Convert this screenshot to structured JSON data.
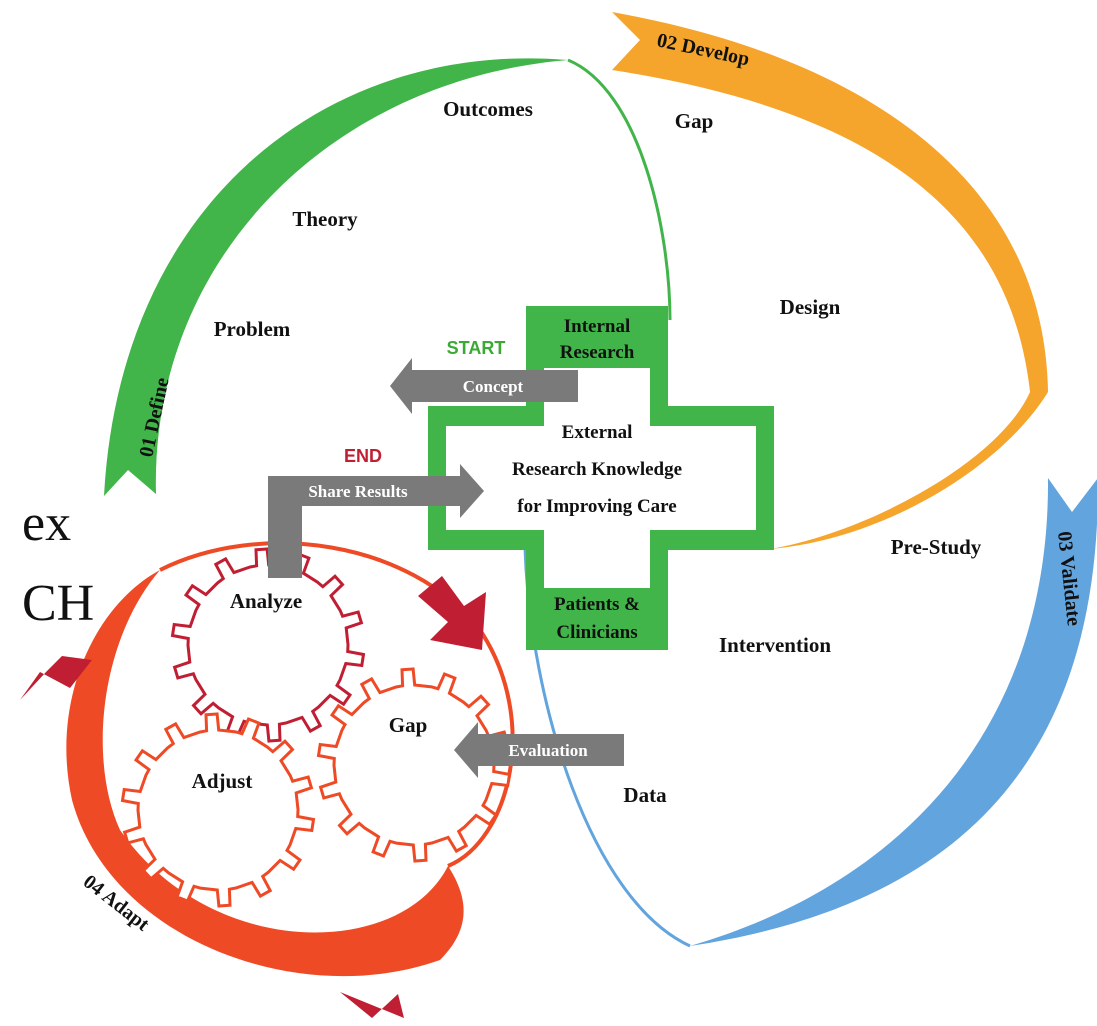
{
  "colors": {
    "define": "#41b54a",
    "develop": "#f6a52c",
    "validate": "#62a4dd",
    "adapt": "#ef4a26",
    "adapt_dark": "#c01f33",
    "arrow_grey": "#7a7a7a",
    "start": "#3aaa35",
    "end": "#c01f33"
  },
  "phases": {
    "define": "01 Define",
    "develop": "02 Develop",
    "validate": "03 Validate",
    "adapt": "04 Adapt"
  },
  "define_steps": [
    "Problem",
    "Theory",
    "Outcomes"
  ],
  "develop_steps": [
    "Gap",
    "Design"
  ],
  "validate_steps": [
    "Pre-Study",
    "Intervention",
    "Data"
  ],
  "adapt_gears": [
    "Analyze",
    "Adjust",
    "Gap"
  ],
  "arrows": {
    "concept": "Concept",
    "share_results": "Share Results",
    "evaluation": "Evaluation"
  },
  "markers": {
    "start": "START",
    "end": "END"
  },
  "cross": {
    "top_line1": "Internal",
    "top_line2": "Research",
    "center_line1": "External",
    "center_line2": "Research Knowledge",
    "center_line3": "for Improving Care",
    "bottom_line1": "Patients &",
    "bottom_line2": "Clinicians"
  },
  "cropped_text": {
    "line1": "ex",
    "line2": "CH"
  }
}
